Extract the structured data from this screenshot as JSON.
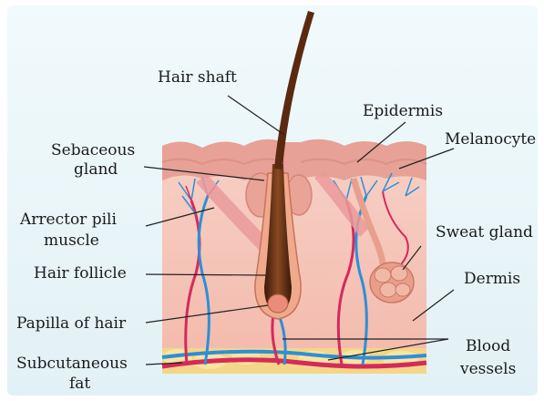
{
  "labels": {
    "hair_shaft": "Hair shaft",
    "epidermis": "Epidermis",
    "melanocyte": "Melanocyte",
    "sebaceous_1": "Sebaceous",
    "sebaceous_2": "gland",
    "arrector_1": "Arrector pili",
    "arrector_2": "muscle",
    "sweat_gland": "Sweat gland",
    "hair_follicle": "Hair follicle",
    "dermis": "Dermis",
    "papilla": "Papilla of hair",
    "subcutaneous_1": "Subcutaneous",
    "subcutaneous_2": "fat",
    "blood_1": "Blood",
    "blood_2": "vessels"
  },
  "colors": {
    "background_panel": "#eaf5f8",
    "dermis": "#f6c8bd",
    "epidermis": "#e8a39a",
    "hair": "#5a2a10",
    "artery": "#d42a5c",
    "vein": "#2d8fd8",
    "fat": "#f7dd85"
  }
}
